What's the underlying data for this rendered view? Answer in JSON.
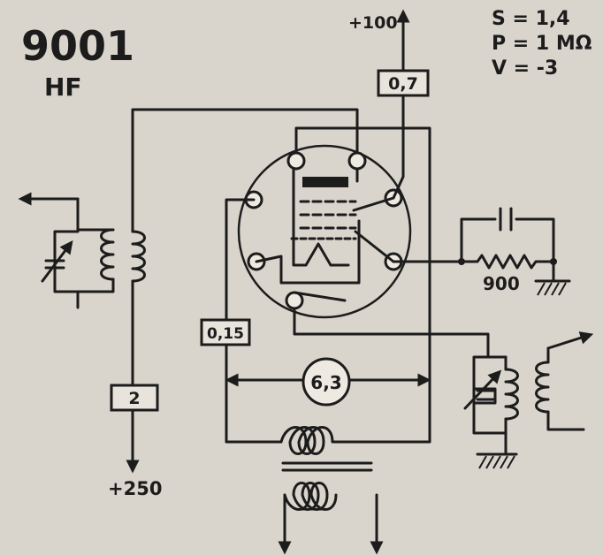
{
  "tube": {
    "type": "9001",
    "function": "HF"
  },
  "params": {
    "s": "S = 1,4",
    "p": "P = 1 MΩ",
    "v": "V = -3"
  },
  "supplies": {
    "plus100": "+100",
    "plus250": "+250"
  },
  "components": {
    "plate_resistor": "0,7",
    "screen_resistor": "2",
    "cathode_resistor": "0,15",
    "heater_voltage": "6,3",
    "bias_resistor": "900"
  }
}
